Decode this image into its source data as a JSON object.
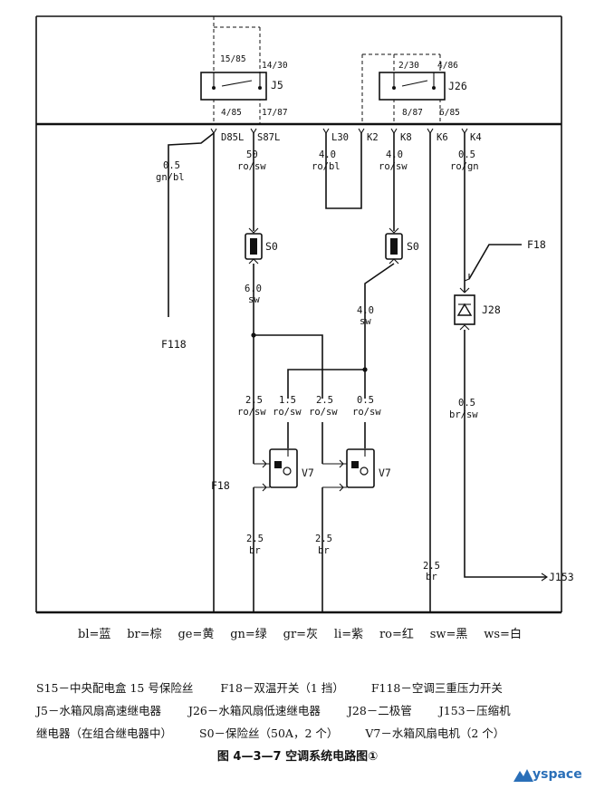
{
  "relay_j5": {
    "name": "J5",
    "pins": {
      "top_left": "15/85",
      "top_right": "14/30",
      "bottom_left": "4/85",
      "bottom_right": "17/87"
    }
  },
  "relay_j26": {
    "name": "J26",
    "pins": {
      "top_left": "2/30",
      "top_right": "4/86",
      "bottom_left": "8/87",
      "bottom_right": "6/85"
    }
  },
  "connectors": {
    "d85l": "D85L",
    "s87l": "S87L",
    "l30": "L30",
    "k2": "K2",
    "k8": "K8",
    "k6": "K6",
    "k4": "K4"
  },
  "wires": {
    "w1_size": "0.5",
    "w1_color": "gn/bl",
    "w2_size": "50",
    "w2_color": "ro/sw",
    "w3_size": "4.0",
    "w3_color": "ro/bl",
    "w4_size": "4.0",
    "w4_color": "ro/sw",
    "w5_size": "0.5",
    "w5_color": "ro/gn",
    "w6_size": "6.0",
    "w6_color": "sw",
    "w7_size": "4.0",
    "w7_color": "sw",
    "w8_size": "0.5",
    "w8_color": "br/sw",
    "w9_size": "2.5",
    "w9_color": "ro/sw",
    "w10_size": "1.5",
    "w10_color": "ro/sw",
    "w11_size": "2.5",
    "w11_color": "ro/sw",
    "w12_size": "0.5",
    "w12_color": "ro/sw",
    "w13_size": "2.5",
    "w13_color": "br",
    "w14_size": "2.5",
    "w14_color": "br",
    "w15_size": "2.5",
    "w15_color": "br"
  },
  "components": {
    "fuse_left": "S0",
    "fuse_right": "S0",
    "diode": "J28",
    "diode_ref": "F18",
    "motor_left": "V7",
    "motor_right": "V7",
    "f118": "F118",
    "f18_bottom": "F18",
    "j153": "J153"
  },
  "legend": [
    "bl=蓝",
    "br=棕",
    "ge=黄",
    "gn=绿",
    "gr=灰",
    "li=紫",
    "ro=红",
    "sw=黑",
    "ws=白"
  ],
  "notes": {
    "row1": [
      "S15－中央配电盒 15 号保险丝",
      "F18－双温开关（1 挡）",
      "F118－空调三重压力开关"
    ],
    "row2": [
      "J5－水箱风扇高速继电器",
      "J26－水箱风扇低速继电器",
      "J28－二极管",
      "J153－压缩机"
    ],
    "row3": [
      "继电器（在组合继电器中）",
      "S0－保险丝（50A，2 个）",
      "V7－水箱风扇电机（2 个）"
    ]
  },
  "caption": "图 4—3—7    空调系统电路图①",
  "logo_text": "yspace",
  "colors": {
    "ink": "#111111",
    "paper": "#ffffff",
    "logo": "#2a6fb8"
  }
}
